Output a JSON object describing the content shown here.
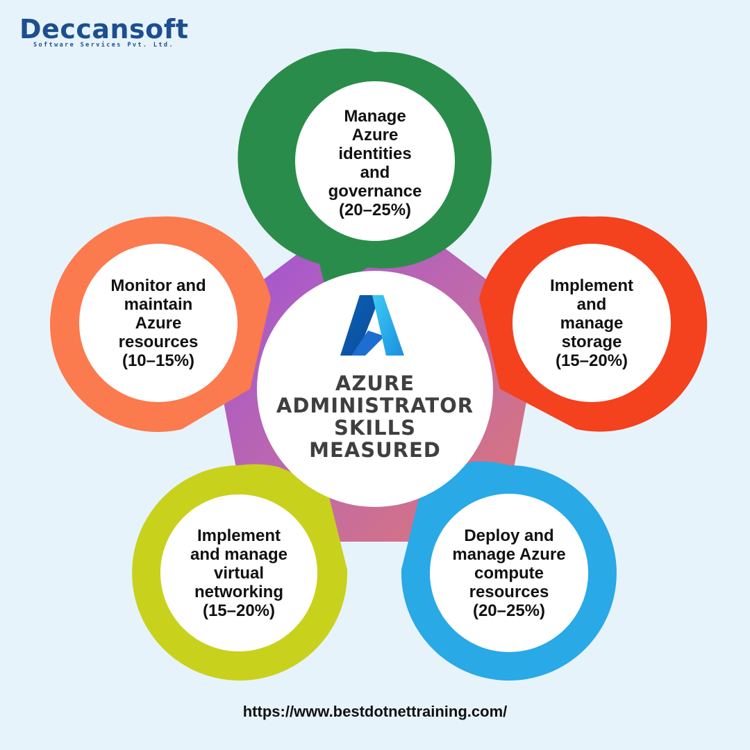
{
  "brand": {
    "name": "Deccansoft",
    "tagline": "Software Services Pvt. Ltd."
  },
  "center": {
    "title": "AZURE\nADMINISTRATOR\nSKILLS\nMEASURED",
    "icon": "azure-logo-icon"
  },
  "skills": [
    {
      "label": "Manage\nAzure\nidentities\nand\ngovernance\n(20–25%)",
      "color": "#2a8c4a"
    },
    {
      "label": "Implement\nand\nmanage\nstorage\n(15–20%)",
      "color": "#f4411e"
    },
    {
      "label": "Deploy and\nmanage Azure\ncompute\nresources\n(20–25%)",
      "color": "#29a9e6"
    },
    {
      "label": "Implement\nand manage\nvirtual\nnetworking\n(15–20%)",
      "color": "#c8d21c"
    },
    {
      "label": "Monitor and\nmaintain\nAzure\nresources\n(10–15%)",
      "color": "#fb7a4e"
    }
  ],
  "footer": {
    "url": "https://www.bestdotnettraining.com/"
  }
}
